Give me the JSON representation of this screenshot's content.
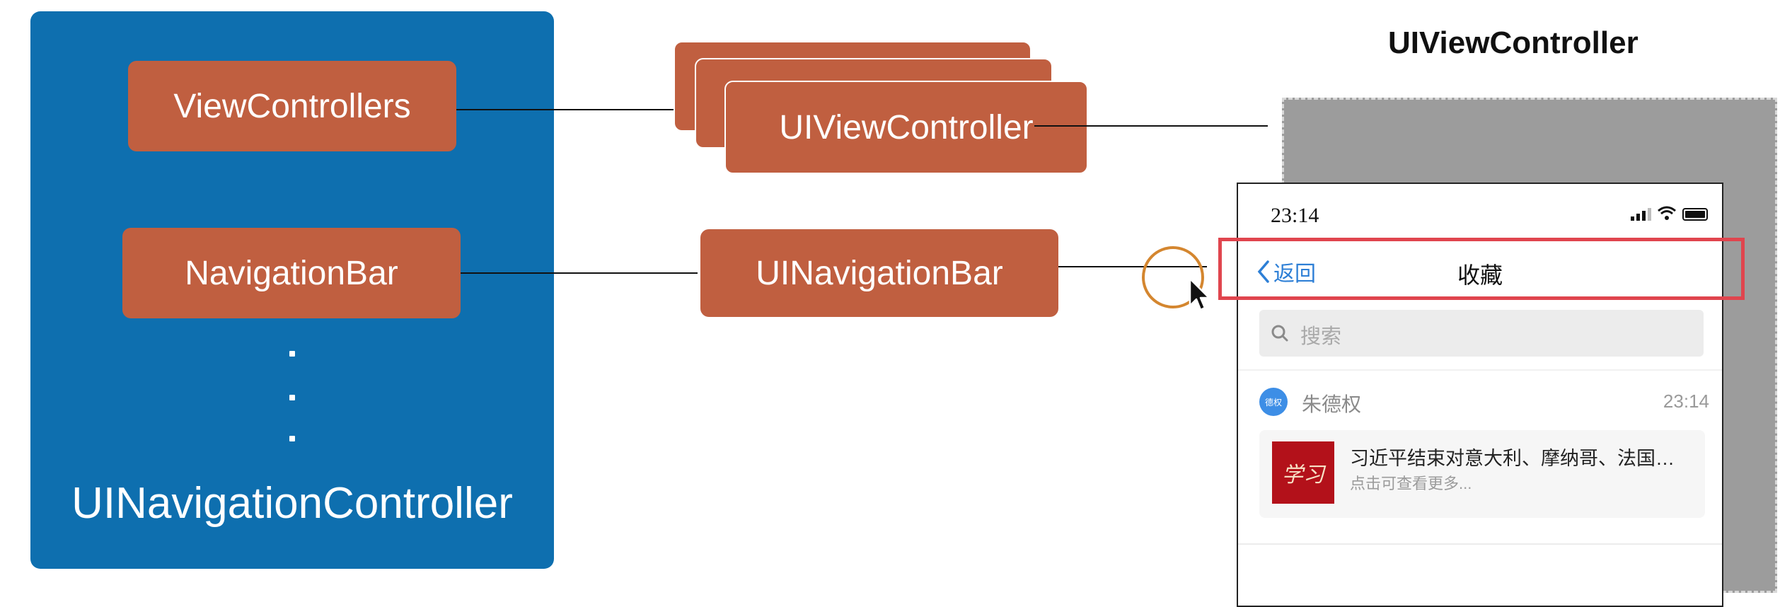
{
  "heading": "UIViewController",
  "container": {
    "title": "UINavigationController",
    "view_controllers_label": "ViewControllers",
    "navigation_bar_label": "NavigationBar"
  },
  "middle": {
    "view_controller_label": "UIViewController",
    "navigation_bar_label": "UINavigationBar"
  },
  "phone": {
    "time": "23:14",
    "back_label": "返回",
    "nav_title": "收藏",
    "search_placeholder": "搜索",
    "avatar_text": "德权",
    "sender": "朱德权",
    "message_time": "23:14",
    "card_title": "习近平结束对意大利、摩纳哥、法国…",
    "card_subtitle": "点击可查看更多...",
    "thumb_text": "学习"
  },
  "colors": {
    "container_blue": "#0e6faf",
    "box_orange": "#c05f40",
    "highlight_red": "#e0454e",
    "link_blue": "#2d7fd6",
    "cursor_ring": "#d4862f"
  },
  "icons": [
    "chevron-left-icon",
    "search-icon",
    "signal-icon",
    "wifi-icon",
    "battery-icon",
    "cursor-icon"
  ]
}
